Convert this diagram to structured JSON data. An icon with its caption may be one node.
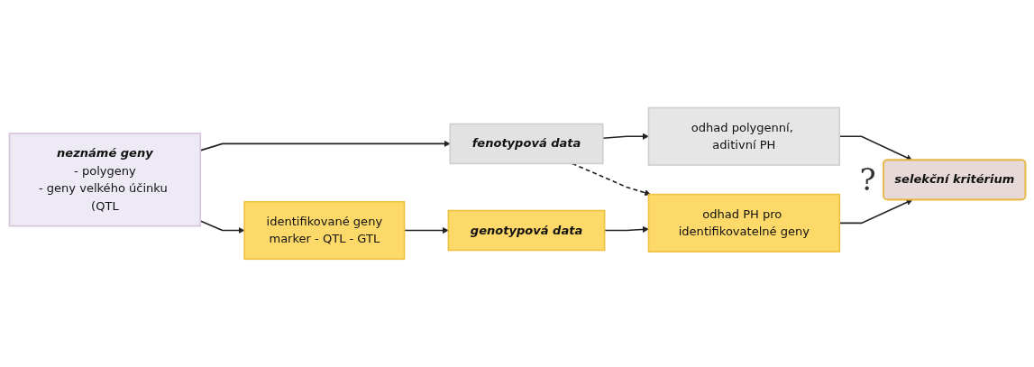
{
  "diagram": {
    "nodes": [
      {
        "text": [
          "neznámé geny",
          "- polygeny",
          "- geny velkého účinku (QTL"
        ]
      },
      {
        "text": [
          "fenotypová data"
        ]
      },
      {
        "text": [
          "odhad polygenní, aditivní PH"
        ]
      },
      {
        "text": [
          "selekční kritérium"
        ],
        "beside": [
          "?"
        ]
      },
      {
        "text": [
          "identifikované geny",
          "marker - QTL - GTL"
        ]
      },
      {
        "text": [
          "genotypová data"
        ]
      },
      {
        "text": [
          "odhad PH pro identifikovatelné geny"
        ]
      }
    ],
    "edges": [
      {
        "from": 0,
        "to": 1,
        "arrow": "to"
      },
      {
        "from": 1,
        "to": 2,
        "arrow": "to"
      },
      {
        "from": 2,
        "to": 3,
        "arrow": "to"
      },
      {
        "from": 0,
        "to": 4,
        "arrow": "to"
      },
      {
        "from": 4,
        "to": 5,
        "arrow": "to"
      },
      {
        "from": 5,
        "to": 6,
        "arrow": "to"
      },
      {
        "from": 1,
        "to": 6,
        "arrow": "to",
        "style": "dashed"
      },
      {
        "from": 6,
        "to": 3,
        "arrow": "to"
      }
    ]
  }
}
